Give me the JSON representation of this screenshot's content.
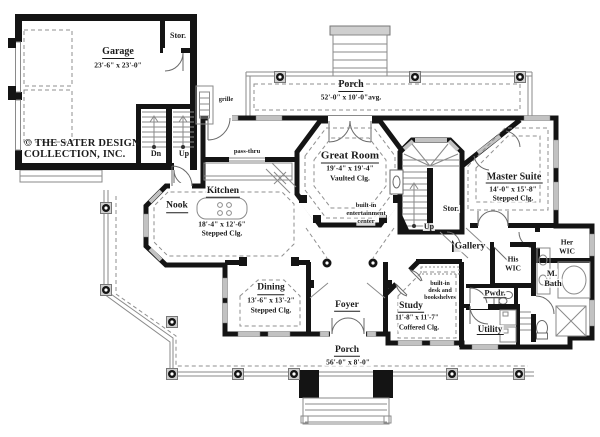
{
  "plan": {
    "copyright_line1": "© THE SATER DESIGN",
    "copyright_line2": "COLLECTION, INC.",
    "rooms": {
      "garage": {
        "name": "Garage",
        "dims": "23'-6\" x 23'-0\""
      },
      "stor_garage": {
        "name": "Stor."
      },
      "porch_top": {
        "name": "Porch",
        "dims": "52'-0\" x 10'-0\"avg."
      },
      "great_room": {
        "name": "Great Room",
        "dims": "19'-4\" x 19'-4\"",
        "ceiling": "Vaulted Clg."
      },
      "kitchen": {
        "name": "Kitchen"
      },
      "nook": {
        "name": "Nook"
      },
      "kitchen_nook": {
        "dims": "18'-4\" x 12'-6\"",
        "ceiling": "Stepped Clg."
      },
      "dining": {
        "name": "Dining",
        "dims": "13'-6\" x 13'-2\"",
        "ceiling": "Stepped Clg."
      },
      "foyer": {
        "name": "Foyer"
      },
      "porch_bottom": {
        "name": "Porch",
        "dims": "56'-0\" x 8'-0\""
      },
      "study": {
        "name": "Study",
        "dims": "11'-8\" x 11'-7\"",
        "ceiling": "Coffered Clg."
      },
      "master": {
        "name": "Master Suite",
        "dims": "14'-0\" x 15'-8\"",
        "ceiling": "Stepped Clg."
      },
      "gallery": {
        "name": "Gallery"
      },
      "stor_hall": {
        "name": "Stor."
      },
      "her_wic": {
        "line1": "Her",
        "line2": "WIC"
      },
      "his_wic": {
        "line1": "His",
        "line2": "WIC"
      },
      "m_bath": {
        "line1": "M.",
        "line2": "Bath"
      },
      "pwdr": {
        "name": "Pwdr."
      },
      "utility": {
        "name": "Utility"
      }
    },
    "annotations": {
      "grille": "grille",
      "pass_thru": "pass-thru",
      "dn": "Dn",
      "up_left": "Up",
      "up_center": "Up",
      "ent_center": [
        "built-in",
        "entertainment",
        "center"
      ],
      "desk": [
        "built-in",
        "desk and",
        "bookshelves"
      ]
    }
  }
}
